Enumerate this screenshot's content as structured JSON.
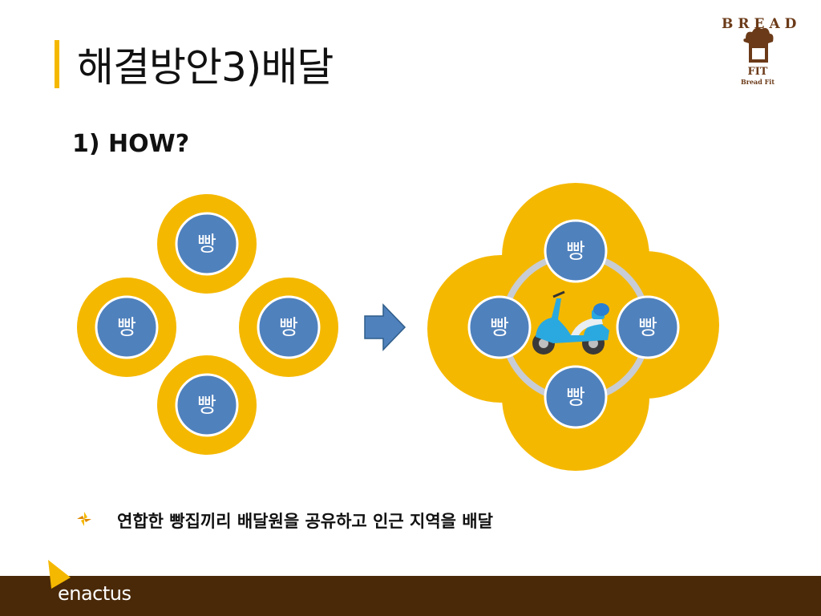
{
  "slide": {
    "title": "해결방안3)배달",
    "subtitle": "1)  HOW?",
    "bullet": "연합한 빵집끼리 배달원을 공유하고 인근 지역을 배달"
  },
  "logo": {
    "top_text": "BREAD",
    "fit_text": "FIT",
    "sub_text": "Bread Fit"
  },
  "diagram": {
    "left_nodes": [
      "빵",
      "빵",
      "빵",
      "빵"
    ],
    "right_nodes": [
      "빵",
      "빵",
      "빵",
      "빵"
    ],
    "center_icon": "scooter-icon",
    "arrow_icon": "right-arrow-icon"
  },
  "footer": {
    "brand": "enactus"
  },
  "colors": {
    "accent": "#f5b800",
    "node_blue": "#4f81bd",
    "footer_brown": "#4a2908",
    "ring_gray": "#c8ccd4"
  }
}
